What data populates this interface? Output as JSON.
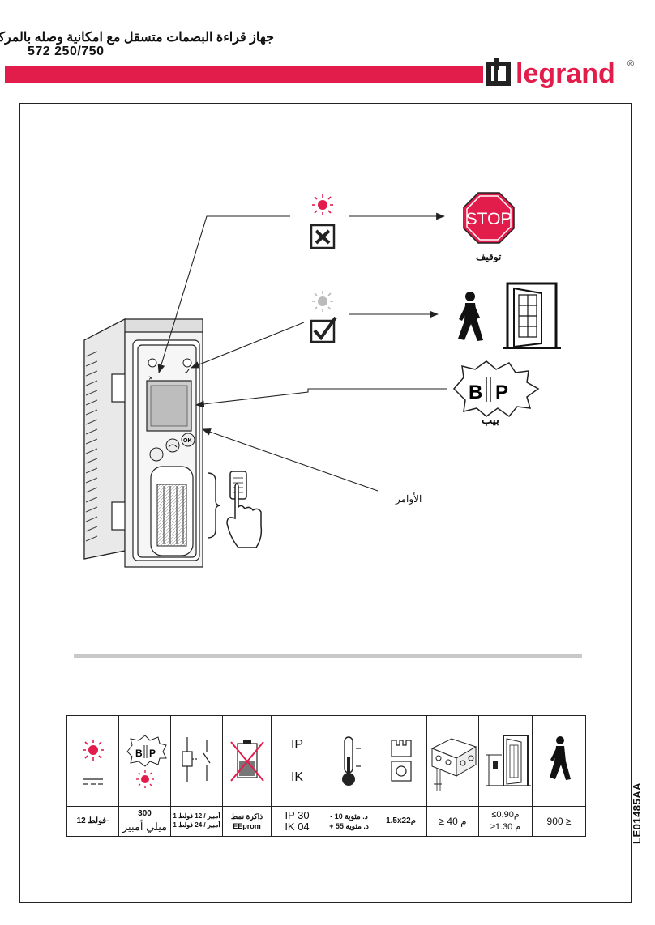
{
  "header": {
    "title": "جهاز قراءة البصمات متسقل مع امكانية وصله بالمركز",
    "product_code": "572 250/750",
    "brand": "legrand",
    "brand_mark": "®",
    "accent_color": "#e21c4b"
  },
  "diagram": {
    "stop_sign_text": "STOP",
    "stop_label": "توقيف",
    "beep_text_left": "B",
    "beep_text_right": "P",
    "beep_label": "بيب",
    "commands_label": "الأوامر",
    "device_ok_label": "OK",
    "icons": [
      "led-red-icon",
      "cross-box-icon",
      "led-grey-icon",
      "check-box-icon",
      "stop-sign-icon",
      "walking-person-icon",
      "open-door-icon",
      "beep-burst-icon",
      "finger-press-icon"
    ]
  },
  "spec_table": {
    "headers": {
      "ip_top": "IP",
      "ip_bottom": "IK",
      "beep_left": "B",
      "beep_right": "P"
    },
    "values": [
      {
        "id": "voltage",
        "text": "12 فولط-"
      },
      {
        "id": "current",
        "line1": "300",
        "line2": "ميلي أمبير"
      },
      {
        "id": "relay",
        "line1": "1 أمبير / 12 فولط",
        "line2": "1 أمبير / 24 فولط"
      },
      {
        "id": "memory",
        "line1": "ذاكرة نمط",
        "line2": "EEprom"
      },
      {
        "id": "protection",
        "line1": "IP 30",
        "line2": "IK 04"
      },
      {
        "id": "temperature",
        "line1": "- 10 د. مئوية",
        "line2": "+ 55 د. مئوية"
      },
      {
        "id": "terminal",
        "text": "1.5x2م2"
      },
      {
        "id": "box_depth",
        "text": "≥ 40 م"
      },
      {
        "id": "mount_height",
        "line1": "≤0.90م",
        "line2": "≥1.30 م"
      },
      {
        "id": "distance",
        "text": "900 ≥"
      }
    ]
  },
  "footer": {
    "reference": "LE01485AA"
  }
}
